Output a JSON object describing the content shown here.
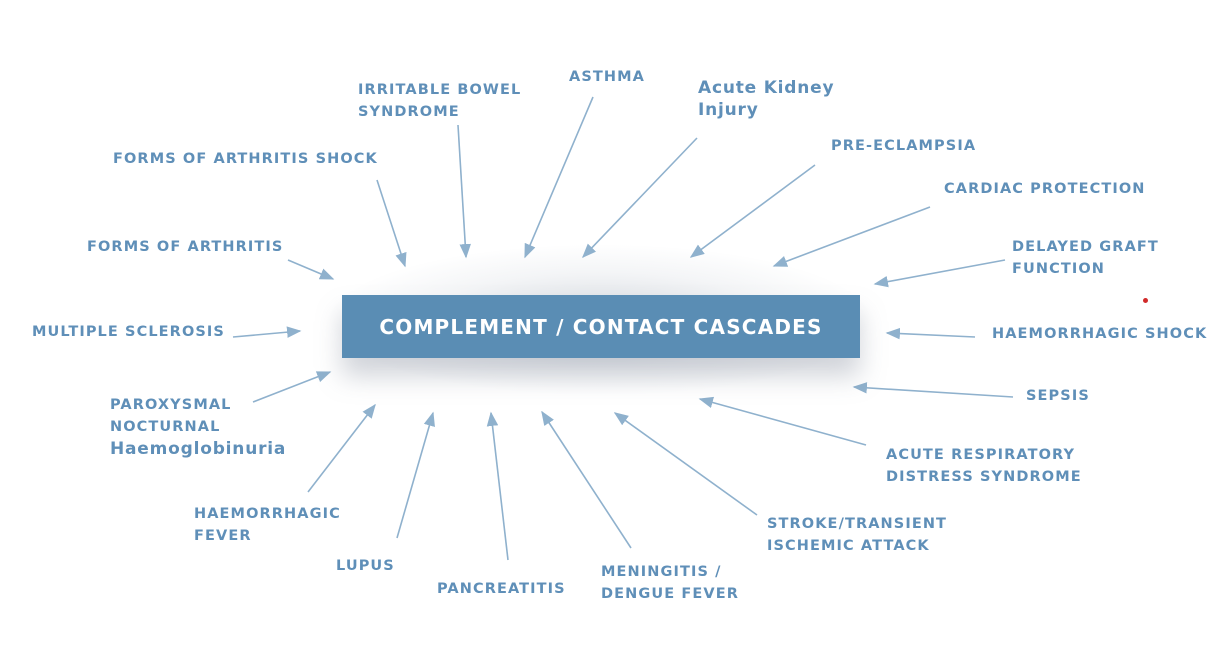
{
  "center": {
    "label": "COMPLEMENT / CONTACT CASCADES"
  },
  "conditions": {
    "ibs": [
      "IRRITABLE BOWEL",
      "SYNDROME"
    ],
    "asthma": [
      "ASTHMA"
    ],
    "aki": [
      "Acute Kidney",
      "Injury"
    ],
    "arthritis_shock": [
      "FORMS OF ARTHRITIS SHOCK"
    ],
    "preeclampsia": [
      "PRE-ECLAMPSIA"
    ],
    "cardiac": [
      "CARDIAC PROTECTION"
    ],
    "arthritis": [
      "FORMS OF ARTHRITIS"
    ],
    "dgf": [
      "DELAYED GRAFT",
      "FUNCTION"
    ],
    "ms": [
      "MULTIPLE SCLEROSIS"
    ],
    "hshock": [
      "HAEMORRHAGIC SHOCK"
    ],
    "pnh": [
      "PAROXYSMAL",
      "NOCTURNAL",
      "Haemoglobinuria"
    ],
    "sepsis": [
      "SEPSIS"
    ],
    "ards": [
      "ACUTE RESPIRATORY",
      "DISTRESS SYNDROME"
    ],
    "hfever": [
      "HAEMORRHAGIC",
      "FEVER"
    ],
    "stroke": [
      "STROKE/TRANSIENT",
      "ISCHEMIC ATTACK"
    ],
    "lupus": [
      "LUPUS"
    ],
    "meningitis": [
      "MENINGITIS /",
      "DENGUE FEVER"
    ],
    "pancreatitis": [
      "PANCREATITIS"
    ]
  },
  "colors": {
    "accent": "#5a8db4",
    "label": "#5f8fb8",
    "arrow": "#8fb1cd",
    "marker": "#d12a2a"
  }
}
